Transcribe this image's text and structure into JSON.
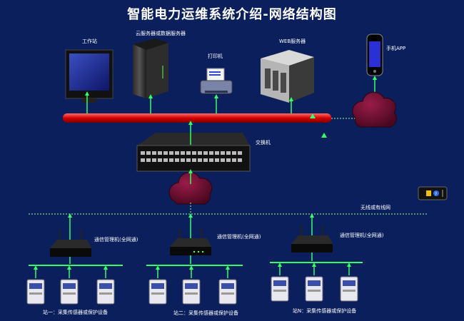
{
  "title": "智能电力运维系统介绍-网络结构图",
  "labels": {
    "workstation": "工作站",
    "cloud_server": "云服务器或数据服务器",
    "printer": "打印机",
    "web_server": "WEB服务器",
    "phone": "手机APP",
    "switch": "交换机",
    "wireless": "无线或有线网",
    "router1": "通信管理机(全网通)",
    "router2": "通信管理机(全网通)",
    "router3": "通信管理机(全网通)",
    "station1": "站一：采集传感器或保护设备",
    "station2": "站二：采集传感器或保护设备",
    "stationN": "站N：采集传感器或保护设备"
  },
  "colors": {
    "background": "#0b1f5c",
    "bus": "#d40000",
    "arrow": "#33ff66",
    "cloud": "#6a0f2e"
  },
  "icons": {
    "cloud": "cloud-icon",
    "router": "router-icon",
    "meter": "meter-icon"
  }
}
